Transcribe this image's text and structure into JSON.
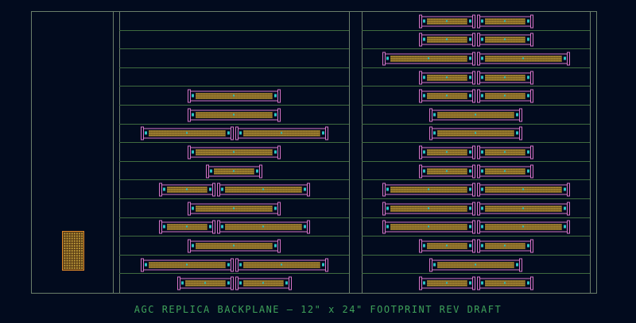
{
  "caption": "AGC REPLICA BACKPLANE — 12\" x 24\" FOOTPRINT REV DRAFT",
  "colors": {
    "background": "#020b1e",
    "frame_line": "#6a7e6a",
    "row_line": "#3f6b3f",
    "outline": "#d774c8",
    "pin_fill": "#c7a33d",
    "pin_dark": "#6b5320",
    "pad": "#2bc4c4",
    "caption": "#3fa25a"
  },
  "rows": {
    "left": [
      [],
      [],
      [],
      [],
      [
        "long"
      ],
      [
        "long"
      ],
      [
        "long",
        "long"
      ],
      [
        "long"
      ],
      [
        "short"
      ],
      [
        "med",
        "long"
      ],
      [
        "long"
      ],
      [
        "med",
        "long"
      ],
      [
        "long"
      ],
      [
        "long",
        "long"
      ],
      [
        "med",
        "med"
      ]
    ],
    "right": [
      [
        "med",
        "med"
      ],
      [
        "med",
        "med"
      ],
      [
        "long",
        "long"
      ],
      [
        "med",
        "med"
      ],
      [
        "med",
        "med"
      ],
      [
        "long"
      ],
      [
        "long"
      ],
      [
        "med",
        "med"
      ],
      [
        "med",
        "med"
      ],
      [
        "long",
        "long"
      ],
      [
        "long",
        "long"
      ],
      [
        "long",
        "long"
      ],
      [
        "med",
        "med"
      ],
      [
        "long"
      ],
      [
        "med",
        "med"
      ]
    ]
  }
}
